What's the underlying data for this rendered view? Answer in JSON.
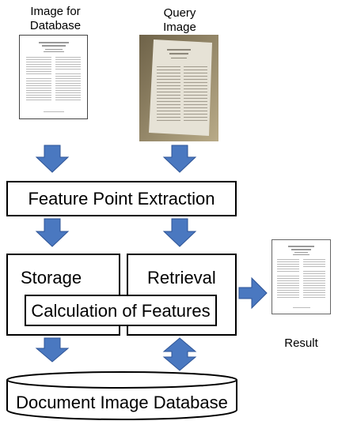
{
  "inputs": {
    "database_label_line1": "Image for",
    "database_label_line2": "Database",
    "query_label_line1": "Query",
    "query_label_line2": "Image"
  },
  "boxes": {
    "feature_extraction": "Feature Point Extraction",
    "storage": "Storage",
    "retrieval": "Retrieval",
    "calculation": "Calculation of Features",
    "database": "Document Image Database"
  },
  "output": {
    "result_label": "Result"
  },
  "colors": {
    "arrow": "#4a78c0",
    "arrow_stroke": "#2f5597",
    "photo": "#a89a78"
  }
}
